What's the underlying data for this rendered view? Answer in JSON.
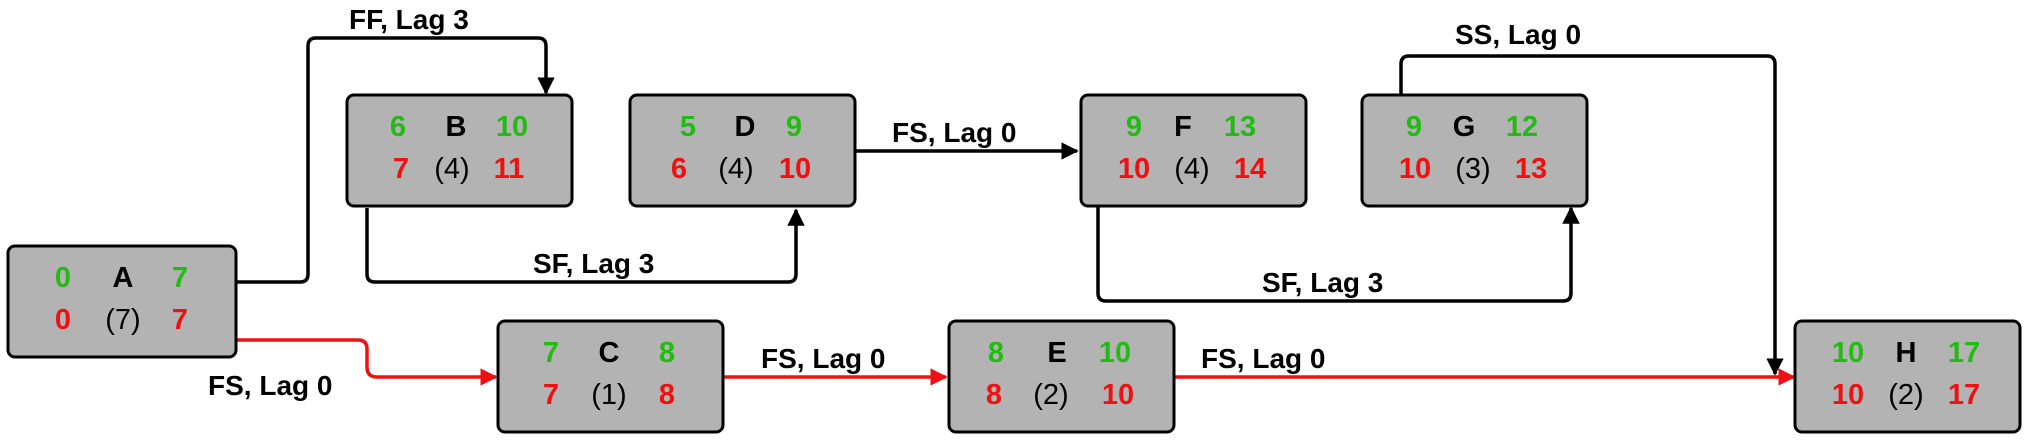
{
  "colors": {
    "early": "#22bb11",
    "late": "#ee1111",
    "normal": "#000000",
    "critical": "#ee1111",
    "box_fill": "#b3b3b3"
  },
  "nodes": {
    "A": {
      "name": "A",
      "es": "0",
      "ef": "7",
      "ls": "0",
      "lf": "7",
      "dur": "(7)"
    },
    "B": {
      "name": "B",
      "es": "6",
      "ef": "10",
      "ls": "7",
      "lf": "11",
      "dur": "(4)"
    },
    "C": {
      "name": "C",
      "es": "7",
      "ef": "8",
      "ls": "7",
      "lf": "8",
      "dur": "(1)"
    },
    "D": {
      "name": "D",
      "es": "5",
      "ef": "9",
      "ls": "6",
      "lf": "10",
      "dur": "(4)"
    },
    "E": {
      "name": "E",
      "es": "8",
      "ef": "10",
      "ls": "8",
      "lf": "10",
      "dur": "(2)"
    },
    "F": {
      "name": "F",
      "es": "9",
      "ef": "13",
      "ls": "10",
      "lf": "14",
      "dur": "(4)"
    },
    "G": {
      "name": "G",
      "es": "9",
      "ef": "12",
      "ls": "10",
      "lf": "13",
      "dur": "(3)"
    },
    "H": {
      "name": "H",
      "es": "10",
      "ef": "17",
      "ls": "10",
      "lf": "17",
      "dur": "(2)"
    }
  },
  "edges": [
    {
      "id": "a-b",
      "from": "A",
      "to": "B",
      "label": "FF, Lag 3",
      "critical": false
    },
    {
      "id": "a-c",
      "from": "A",
      "to": "C",
      "label": "FS, Lag 0",
      "critical": true
    },
    {
      "id": "b-d",
      "from": "B",
      "to": "D",
      "label": "SF, Lag 3",
      "critical": false
    },
    {
      "id": "c-e",
      "from": "C",
      "to": "E",
      "label": "FS, Lag 0",
      "critical": true
    },
    {
      "id": "d-f",
      "from": "D",
      "to": "F",
      "label": "FS, Lag 0",
      "critical": false
    },
    {
      "id": "e-h",
      "from": "E",
      "to": "H",
      "label": "FS, Lag 0",
      "critical": true
    },
    {
      "id": "f-g",
      "from": "F",
      "to": "G",
      "label": "SF, Lag 3",
      "critical": false
    },
    {
      "id": "g-h",
      "from": "G",
      "to": "H",
      "label": "SS, Lag 0",
      "critical": false
    }
  ]
}
